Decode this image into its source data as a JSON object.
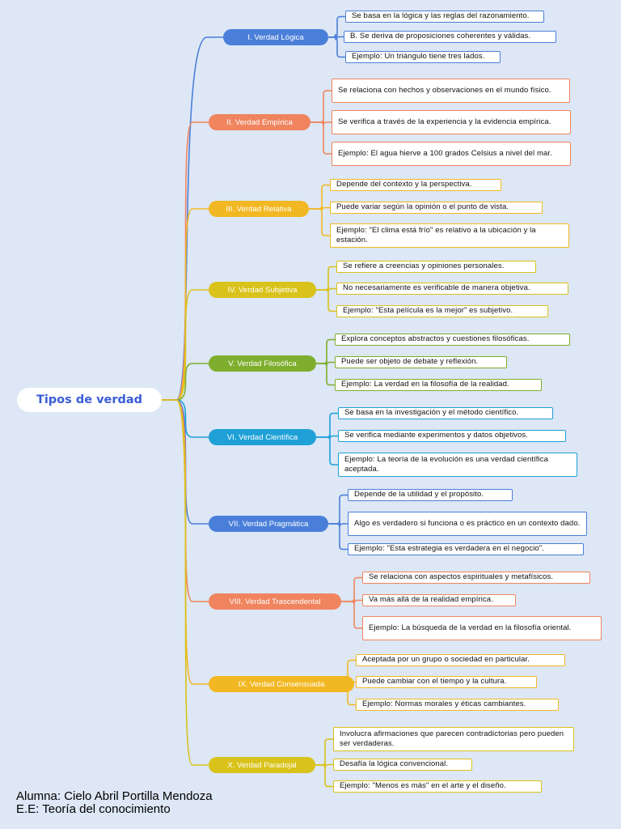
{
  "root": {
    "title": "Tipos de verdad"
  },
  "branches": [
    {
      "label": "I. Verdad Lógica",
      "color": "#4a7fd9",
      "items": [
        "Se basa en la lógica y las reglas del razonamiento.",
        "B. Se deriva de proposiciones coherentes y válidas.",
        "Ejemplo: Un triángulo tiene tres lados."
      ]
    },
    {
      "label": "II. Verdad Empírica",
      "color": "#f0845f",
      "items": [
        "Se relaciona con hechos y observaciones en el mundo físico.",
        "Se verifica a través de la experiencia y la evidencia empírica.",
        "Ejemplo: El agua hierve a 100 grados Celsius a nivel del mar."
      ]
    },
    {
      "label": "III. Verdad Relativa",
      "color": "#f2b823",
      "items": [
        "Depende del contexto y la perspectiva.",
        "Puede variar según la opinión o el punto de vista.",
        "Ejemplo: \"El clima está frío\" es relativo a la ubicación y la estación."
      ]
    },
    {
      "label": "IV. Verdad Subjetiva",
      "color": "#d9c21a",
      "items": [
        "Se refiere a creencias y opiniones personales.",
        "No necesariamente es verificable de manera objetiva.",
        "Ejemplo: \"Esta película es la mejor\" es subjetivo."
      ]
    },
    {
      "label": "V. Verdad Filosófica",
      "color": "#7fae2e",
      "items": [
        "Explora conceptos abstractos y cuestiones filosóficas.",
        "Puede ser objeto de debate y reflexión.",
        "Ejemplo: La verdad en la filosofía de la realidad."
      ]
    },
    {
      "label": "VI. Verdad Científica",
      "color": "#1fa1d8",
      "items": [
        "Se basa en la investigación y el método científico.",
        "Se verifica mediante experimentos y datos objetivos.",
        "Ejemplo: La teoría de la evolución es una verdad científica aceptada."
      ]
    },
    {
      "label": "VII. Verdad Pragmática",
      "color": "#4a7fd9",
      "items": [
        "Depende de la utilidad y el propósito.",
        "Algo es verdadero si funciona o es práctico en un contexto dado.",
        "Ejemplo: \"Esta estrategia es verdadera en el negocio\"."
      ]
    },
    {
      "label": "VIII. Verdad Trascendental",
      "color": "#f0845f",
      "items": [
        "Se relaciona con aspectos espirituales y metafísicos.",
        "Va más allá de la realidad empírica.",
        "Ejemplo: La búsqueda de la verdad en la filosofía oriental."
      ]
    },
    {
      "label": "IX. Verdad Consensuada",
      "color": "#f2b823",
      "items": [
        "Aceptada por un grupo o sociedad en particular.",
        "Puede cambiar con el tiempo y la cultura.",
        "Ejemplo: Normas morales y éticas cambiantes."
      ]
    },
    {
      "label": "X. Verdad Paradojal",
      "color": "#d9c21a",
      "items": [
        "Involucra afirmaciones que parecen contradictorias pero pueden ser verdaderas.",
        "Desafía la lógica convencional.",
        "Ejemplo: \"Menos es más\" en el arte y el diseño."
      ]
    }
  ],
  "footer": {
    "line1": "Alumna: Cielo Abril Portilla Mendoza",
    "line2": "E.E: Teoría del conocimiento"
  }
}
